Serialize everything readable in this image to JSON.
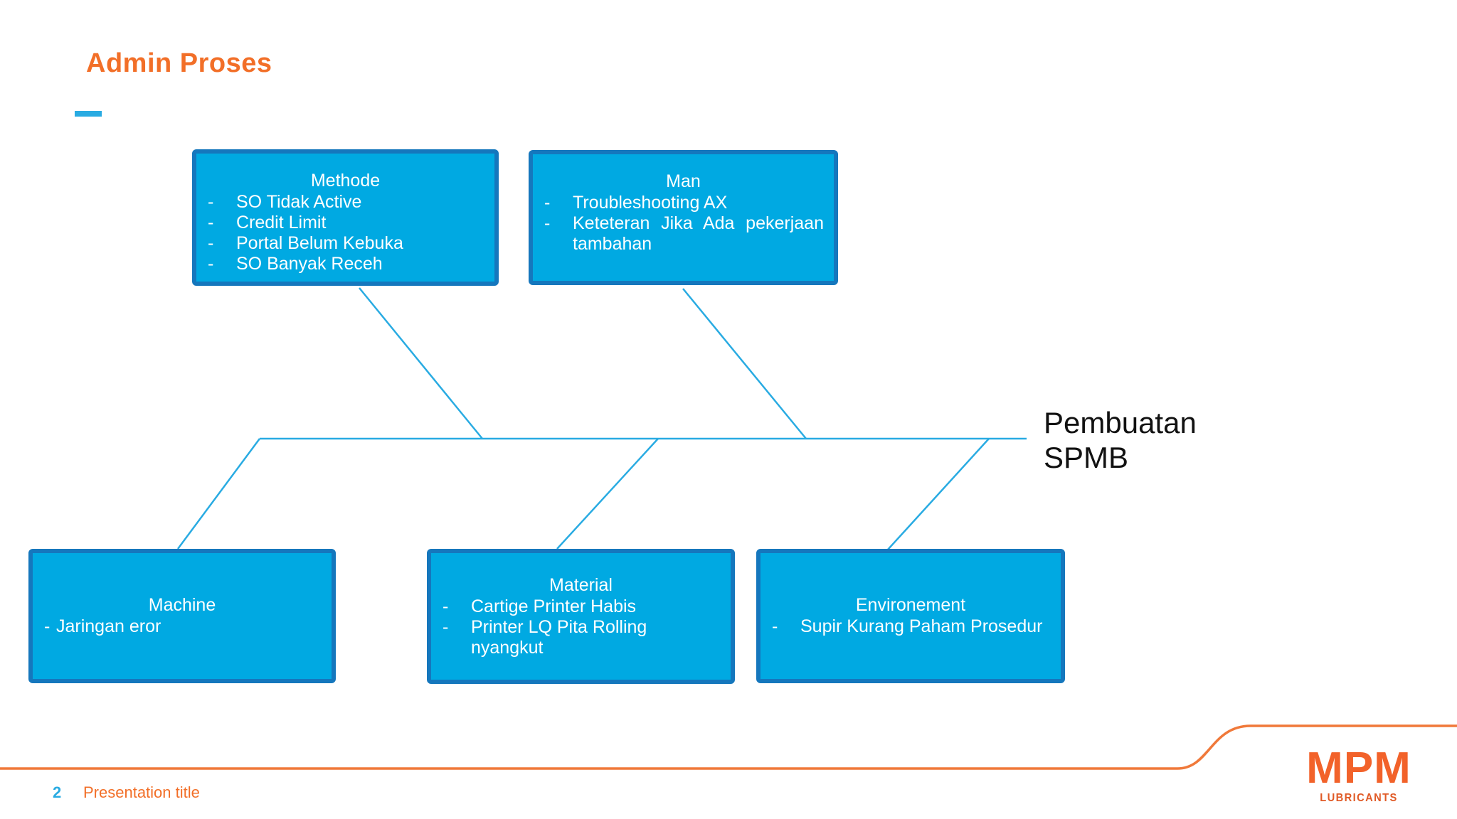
{
  "slide": {
    "title": "Admin Proses",
    "effect_label": "Pembuatan SPMB",
    "bullet_marker": "-",
    "footer": {
      "page_number": "2",
      "presentation_title": "Presentation title"
    }
  },
  "diagram": {
    "type": "fishbone",
    "effect": "Pembuatan SPMB",
    "causes": [
      {
        "category": "Methode",
        "items": [
          "SO Tidak Active",
          "Credit Limit",
          "Portal Belum Kebuka",
          "SO Banyak Receh"
        ]
      },
      {
        "category": "Man",
        "items": [
          "Troubleshooting AX",
          "Keteteran Jika Ada pekerjaan tambahan"
        ]
      },
      {
        "category": "Machine",
        "items": [
          "Jaringan eror"
        ]
      },
      {
        "category": "Material",
        "items": [
          "Cartige Printer Habis",
          "Printer LQ Pita Rolling nyangkut"
        ]
      },
      {
        "category": "Environement",
        "items": [
          "Supir Kurang Paham Prosedur"
        ]
      }
    ]
  },
  "logo": {
    "name": "MPM",
    "tagline": "LUBRICANTS"
  },
  "colors": {
    "accent_orange": "#F26F28",
    "accent_blue": "#29ABE2",
    "box_fill": "#00A9E2",
    "box_border": "#1577BD",
    "logo_orange": "#F2622A",
    "effect_text": "#111111"
  }
}
